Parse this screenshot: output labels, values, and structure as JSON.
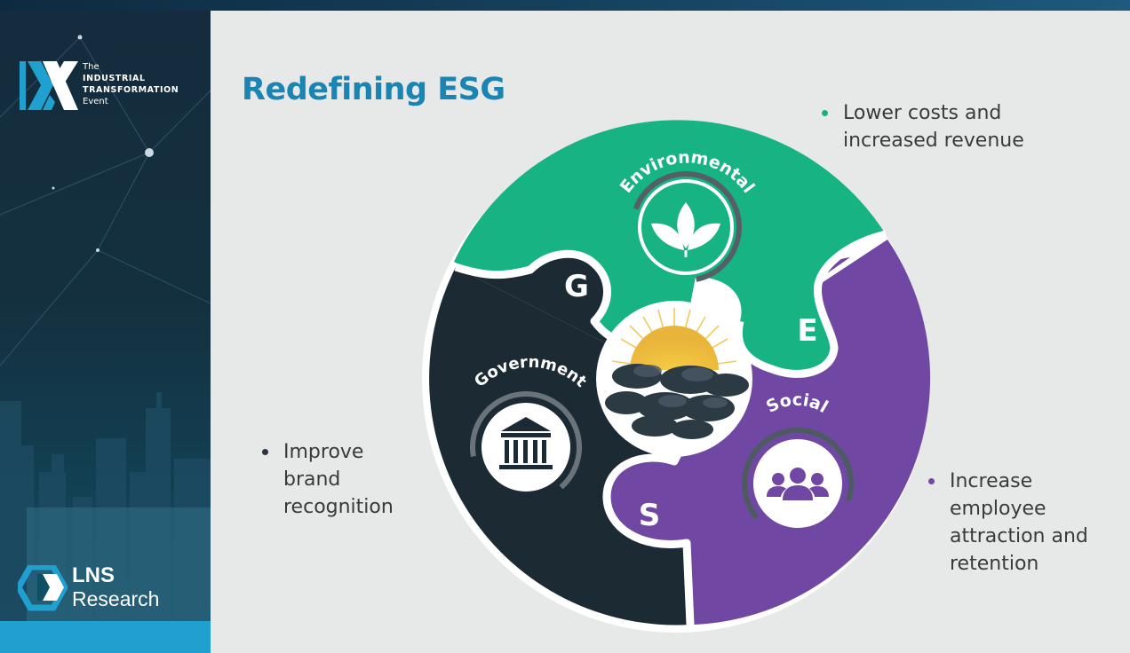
{
  "sidebar": {
    "event_logo": {
      "line1": "The",
      "line2": "INDUSTRIAL",
      "line3": "TRANSFORMATION",
      "line4": "Event"
    },
    "company_logo": {
      "name": "LNS",
      "subtitle": "Research"
    }
  },
  "slide": {
    "title": "Redefining ESG",
    "diagram": {
      "pieces": [
        {
          "letter": "E",
          "label": "Environmental",
          "color": "#17b383",
          "icon": "leaf-icon"
        },
        {
          "letter": "S",
          "label": "Social",
          "color": "#7048a3",
          "icon": "people-icon"
        },
        {
          "letter": "G",
          "label": "Government",
          "color": "#1b2a33",
          "icon": "building-icon"
        }
      ],
      "center_icon": "sun-and-clouds-icon"
    },
    "bullets": {
      "environmental": {
        "lines": [
          "Lower costs and",
          "increased revenue"
        ],
        "dot_color": "#17b383"
      },
      "government": {
        "lines": [
          "Improve",
          "brand",
          "recognition"
        ],
        "dot_color": "#2b3640"
      },
      "social": {
        "lines": [
          "Increase",
          "employee",
          "attraction and",
          "retention"
        ],
        "dot_color": "#7048a3"
      }
    }
  }
}
